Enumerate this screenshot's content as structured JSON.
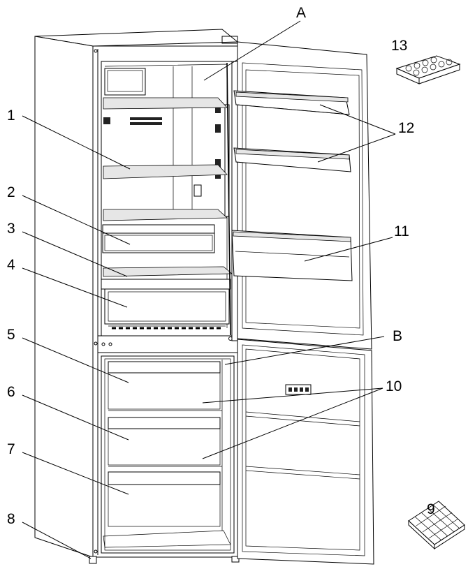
{
  "labels": {
    "A": "A",
    "B": "B",
    "n1": "1",
    "n2": "2",
    "n3": "3",
    "n4": "4",
    "n5": "5",
    "n6": "6",
    "n7": "7",
    "n8": "8",
    "n9": "9",
    "n10": "10",
    "n11": "11",
    "n12": "12",
    "n13": "13"
  }
}
